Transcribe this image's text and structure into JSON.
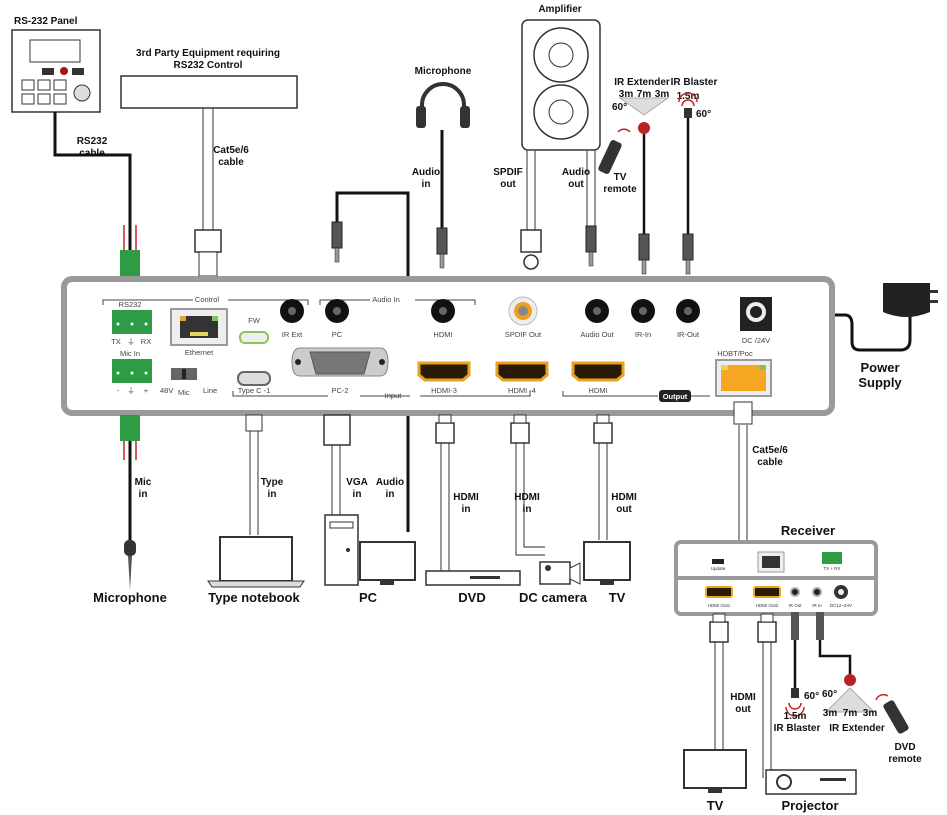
{
  "top": {
    "rs232_panel": "RS-232 Panel",
    "third_party_1": "3rd Party Equipment requiring",
    "third_party_2": "RS232 Control",
    "amplifier": "Amplifier",
    "microphone": "Microphone",
    "ir_extender": "IR Extender",
    "ir_blaster": "IR Blaster",
    "ir_ext_dist": [
      "3m",
      "7m",
      "3m"
    ],
    "ir_angle": "60°",
    "ir_blaster_dist": "1.5m",
    "tv_remote": [
      "TV",
      "remote"
    ],
    "cable_labels": {
      "rs232": [
        "RS232",
        "cable"
      ],
      "cat5": [
        "Cat5e/6",
        "cable"
      ],
      "audio_in": [
        "Audio",
        "in"
      ],
      "spdif_out": [
        "SPDIF",
        "out"
      ],
      "audio_out": [
        "Audio",
        "out"
      ]
    },
    "power_supply": [
      "Power",
      "Supply"
    ]
  },
  "panel": {
    "control": "Control",
    "rs232": "RS232",
    "tx_gnd_rx": [
      "TX",
      "⏚",
      "RX"
    ],
    "mic_in": "Mic In",
    "mic_pins": [
      "-",
      "⏚",
      "+"
    ],
    "switch": [
      "48V",
      "Mic",
      "Line"
    ],
    "ethernet": "Ethernet",
    "fw": "FW",
    "type_c": "Type C -1",
    "ir_ext": "IR Ext",
    "audio_in": "Audio In",
    "pc": "PC",
    "pc2": "PC-2",
    "input": "Input",
    "hdmi": "HDMI",
    "hdmi3": "HDMI-3",
    "hdmi4": "HDMI -4",
    "spdif_out": "SPDIF Out",
    "audio_out": "Audio Out",
    "ir_in": "IR-In",
    "ir_out": "IR-Out",
    "hdmi_out": "HDMI",
    "output": "Output",
    "dc": "DC /24V",
    "hdbt": "HDBT/Poc"
  },
  "bottom": {
    "mic_in": [
      "Mic",
      "in"
    ],
    "type_in": [
      "Type",
      "in"
    ],
    "vga_in": [
      "VGA",
      "in"
    ],
    "audio_in": [
      "Audio",
      "in"
    ],
    "hdmi_in": [
      "HDMI",
      "in"
    ],
    "hdmi_in2": [
      "HDMI",
      "in"
    ],
    "hdmi_out": [
      "HDMI",
      "out"
    ],
    "cat5": [
      "Cat5e/6",
      "cable"
    ],
    "devices": [
      "Microphone",
      "Type notebook",
      "PC",
      "DVD",
      "DC camera",
      "TV"
    ]
  },
  "receiver": {
    "title": "Receiver",
    "update": "Update",
    "txrx": "TX + RX",
    "ports": [
      "HDMI Out1",
      "HDMI Out2",
      "IR Out",
      "IR In",
      "DC12~24V"
    ],
    "hdmi_out": [
      "HDMI",
      "out"
    ],
    "ir_blaster": "IR Blaster",
    "ir_blaster_dist": "1.5m",
    "ir_extender": "IR Extender",
    "ir_ext_dist": [
      "3m",
      "7m",
      "3m"
    ],
    "ir_angle": "60°",
    "dvd_remote": [
      "DVD",
      "remote"
    ],
    "tv": "TV",
    "projector": "Projector"
  },
  "colors": {
    "panel_border": "#9a9a9a",
    "green": "#2e9b45",
    "hdmi_gold": "#e8a21c",
    "spdif": "#f0a020",
    "hdbt": "#f6a623"
  }
}
